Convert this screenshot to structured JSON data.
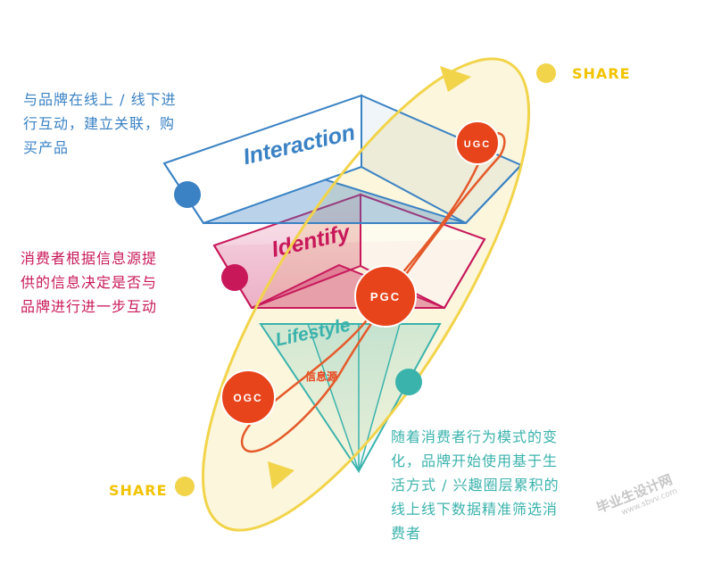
{
  "colors": {
    "interaction": "#3a82c4",
    "identify": "#c8185a",
    "lifestyle": "#3bb3ad",
    "loop": "#f2d44a",
    "loop_fill": "#fbf6dc",
    "node": "#e8441c",
    "orbit_line": "#e55a2b"
  },
  "layers": {
    "interaction": "Interaction",
    "identify": "Identify",
    "lifestyle": "Lifestyle"
  },
  "source_label": "信息源",
  "nodes": {
    "ugc": "UGC",
    "pgc": "PGC",
    "ogc": "OGC"
  },
  "share": {
    "top": "SHARE",
    "bottom": "SHARE"
  },
  "descriptions": {
    "interaction": [
      "与品牌在线上 / 线下进",
      "行互动，建立关联，购",
      "买产品"
    ],
    "identify": [
      "消费者根据信息源提",
      "供的信息决定是否与",
      "品牌进行进一步互动"
    ],
    "lifestyle": [
      "随着消费者行为模式的变",
      "化，品牌开始使用基于生",
      "活方式 / 兴趣圈层累积的",
      "线上线下数据精准筛选消",
      "费者"
    ]
  },
  "watermark": {
    "name": "毕业生设计网",
    "url": "www.sbvv.com"
  }
}
